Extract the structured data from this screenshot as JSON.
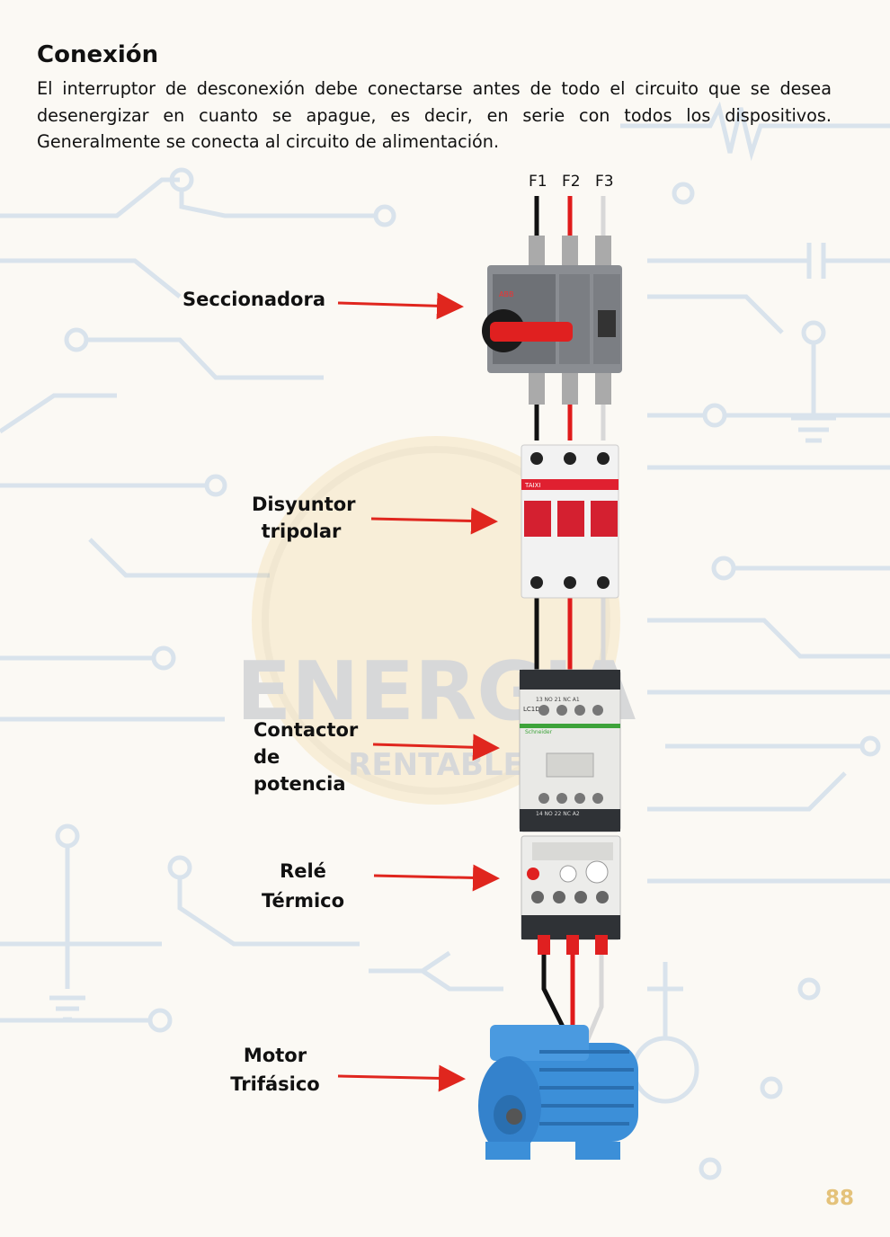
{
  "section_title": "Conexión",
  "paragraph": "El interruptor de desconexión debe conectarse antes de todo el circuito que se desea desenergizar en cuanto se apague, es decir, en serie con todos los dispositivos. Generalmente se conecta al circuito de alimentación.",
  "phases": [
    "F1",
    "F2",
    "F3"
  ],
  "labels": {
    "seccionadora": "Seccionadora",
    "disyuntor": [
      "Disyuntor",
      "tripolar"
    ],
    "contactor": [
      "Contactor",
      "de",
      "potencia"
    ],
    "rele": [
      "Relé",
      "Térmico"
    ],
    "motor": [
      "Motor",
      "Trifásico"
    ]
  },
  "device_text": {
    "seccionadora_brand": "ABB",
    "breaker_brand": "TAIXI",
    "contactor_model": "LC1D09",
    "contactor_brand": "Schneider",
    "contactor_terminals_top": "13 NO 21 NC A1",
    "contactor_terminals_bottom": "14 NO 22 NC A2"
  },
  "watermark": {
    "line1": "ENERGIA",
    "line2": "RENTABLE"
  },
  "page_number": "88",
  "colors": {
    "wire_black": "#111111",
    "wire_red": "#e01b1b",
    "wire_white": "#dcdcdc",
    "arrow": "#e0261e",
    "motor_blue": "#3c8fd8",
    "page_number": "#e4c27a"
  }
}
